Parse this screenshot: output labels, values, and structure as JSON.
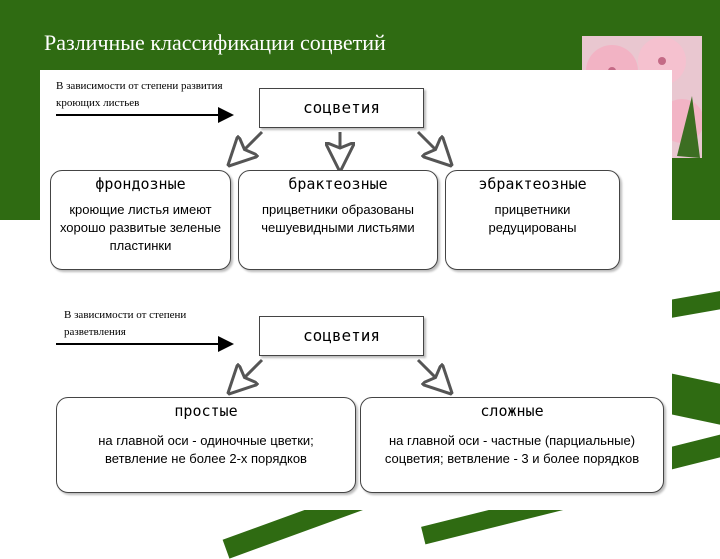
{
  "title": "Различные классификации соцветий",
  "section1": {
    "note": "В зависимости от степени развития кроющих листьев",
    "root": "соцветия",
    "items": [
      {
        "name": "фрондозные",
        "desc": "кроющие листья имеют хорошо развитые зеленые пластинки"
      },
      {
        "name": "брактеозные",
        "desc": "прицветники образованы чешуевидными листьями"
      },
      {
        "name": "эбрактеозные",
        "desc": "прицветники редуцированы"
      }
    ]
  },
  "section2": {
    "note": "В зависимости от степени разветвления",
    "root": "соцветия",
    "items": [
      {
        "name": "простые",
        "desc": "на главной оси - одиночные цветки; ветвление не более 2-х порядков"
      },
      {
        "name": "сложные",
        "desc": "на главной оси - частные (парциальные) соцветия; ветвление - 3 и более порядков"
      }
    ]
  },
  "colors": {
    "background_green": "#2f6b12",
    "photo_pink": "#f3b8c8"
  },
  "icons": [
    "flower-photo-icon"
  ]
}
